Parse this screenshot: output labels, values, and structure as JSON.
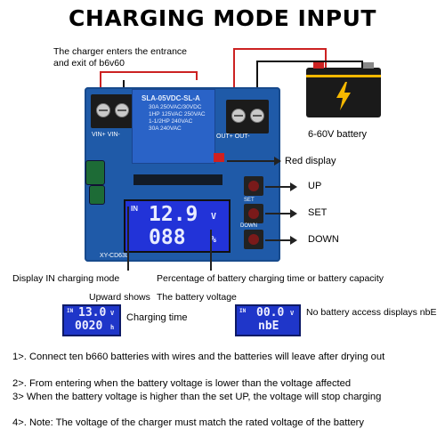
{
  "title": "CHARGING MODE INPUT",
  "callouts": {
    "charger_entrance": "The charger enters the entrance and exit of b6v60",
    "battery_voltage_range": "6-60V battery",
    "red_display": "Red display",
    "up": "UP",
    "set": "SET",
    "down": "DOWN",
    "display_in_mode": "Display IN charging mode",
    "percentage_desc": "Percentage of battery charging time or battery capacity",
    "upward_shows": "Upward shows",
    "battery_voltage": "The battery voltage",
    "charging_time": "Charging time",
    "no_battery": "No battery access displays nbE"
  },
  "board": {
    "terminal_in_label": "VIN+  VIN-",
    "terminal_out_label": "OUT+  OUT-",
    "relay_model": "SLA-05VDC-SL-A",
    "relay_lines": [
      "30A  250VAC/30VDC",
      "1HP 125VAC  250VAC",
      "1-1/2HP 240VAC",
      "30A 240VAC"
    ],
    "model_label": "XY-CD63L",
    "lcd_in": "IN",
    "lcd_value_top": "12.9",
    "lcd_unit_top": "V",
    "lcd_value_bottom": "088",
    "lcd_unit_bottom": "%",
    "btn_set_label": "SET",
    "btn_down_label": "DOWN"
  },
  "mini_lcd_left": {
    "tag": "IN",
    "top": "13.0",
    "top_unit": "V",
    "bottom": "0020",
    "bottom_unit": "h"
  },
  "mini_lcd_right": {
    "tag": "IN",
    "top": "00.0",
    "top_unit": "V",
    "bottom": "nbE"
  },
  "notes": [
    "1>. Connect ten b660 batteries with wires and the batteries will leave after drying out",
    "2>. From entering when the battery voltage is lower than the voltage affected",
    "3> When the battery voltage is higher than the set UP, the voltage will stop charging",
    "4>. Note: The voltage of the charger must match the rated voltage of the battery"
  ],
  "colors": {
    "board": "#1f5aa8",
    "lcd": "#2233d8",
    "wire": "#cc2222",
    "battery_bolt": "#f5b800"
  },
  "icons": {
    "battery": "car-battery-icon",
    "bolt": "lightning-bolt-icon"
  }
}
